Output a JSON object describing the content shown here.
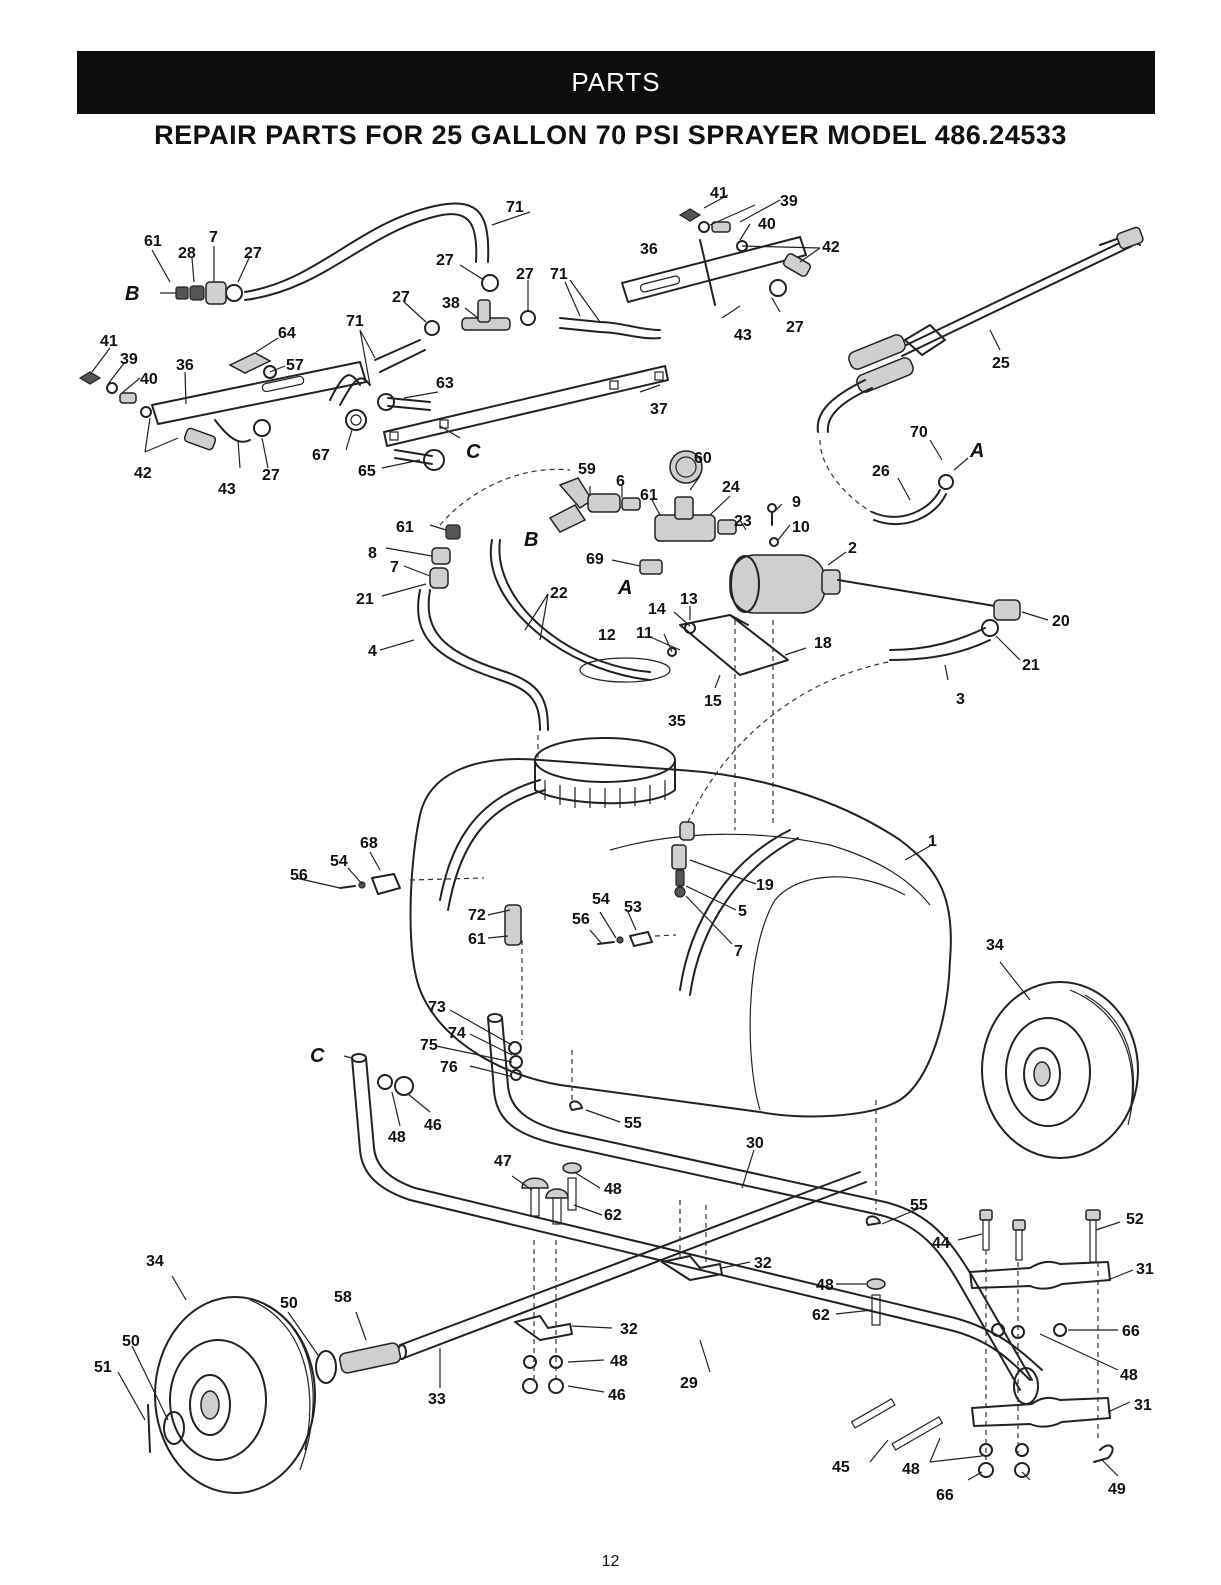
{
  "header": {
    "banner": "PARTS"
  },
  "title": "REPAIR PARTS FOR 25 GALLON 70 PSI SPRAYER MODEL 486.24533",
  "page_number": "12",
  "callouts": [
    "1",
    "2",
    "3",
    "4",
    "5",
    "6",
    "7",
    "8",
    "9",
    "10",
    "11",
    "12",
    "13",
    "14",
    "15",
    "18",
    "19",
    "20",
    "21",
    "22",
    "23",
    "24",
    "25",
    "26",
    "27",
    "28",
    "29",
    "30",
    "31",
    "32",
    "33",
    "34",
    "35",
    "36",
    "37",
    "38",
    "39",
    "40",
    "41",
    "42",
    "43",
    "44",
    "45",
    "46",
    "47",
    "48",
    "49",
    "50",
    "51",
    "52",
    "53",
    "54",
    "55",
    "56",
    "57",
    "58",
    "59",
    "60",
    "61",
    "62",
    "63",
    "64",
    "65",
    "66",
    "67",
    "68",
    "69",
    "70",
    "71",
    "72",
    "73",
    "74",
    "75",
    "76"
  ],
  "reference_letters": [
    "A",
    "B",
    "C"
  ]
}
